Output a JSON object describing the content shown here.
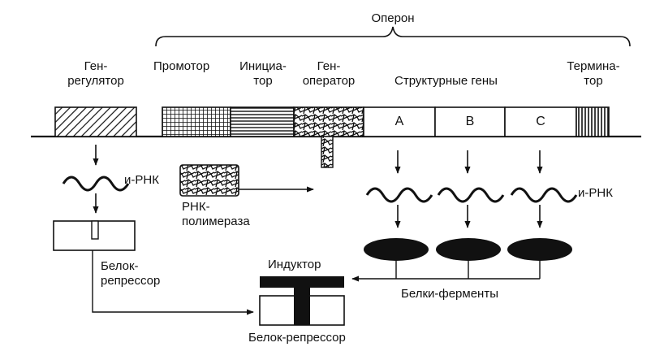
{
  "operon": "Оперон",
  "regulator_gene": [
    "Ген-",
    "регулятор"
  ],
  "promoter": "Промотор",
  "initiator": [
    "Инициа-",
    "тор"
  ],
  "operator_gene": [
    "Ген-",
    "оператор"
  ],
  "structural_genes": "Структурные гены",
  "terminator": [
    "Термина-",
    "тор"
  ],
  "gene_letters": [
    "A",
    "B",
    "C"
  ],
  "mrna_left": "и-РНК",
  "mrna_right": "и-РНК",
  "rna_polymerase": [
    "РНК-",
    "полимераза"
  ],
  "repressor_protein": [
    "Белок-",
    "репрессор"
  ],
  "inducer": "Индуктор",
  "enzymes": "Белки-ферменты",
  "repressor_bottom": "Белок-репрессор"
}
